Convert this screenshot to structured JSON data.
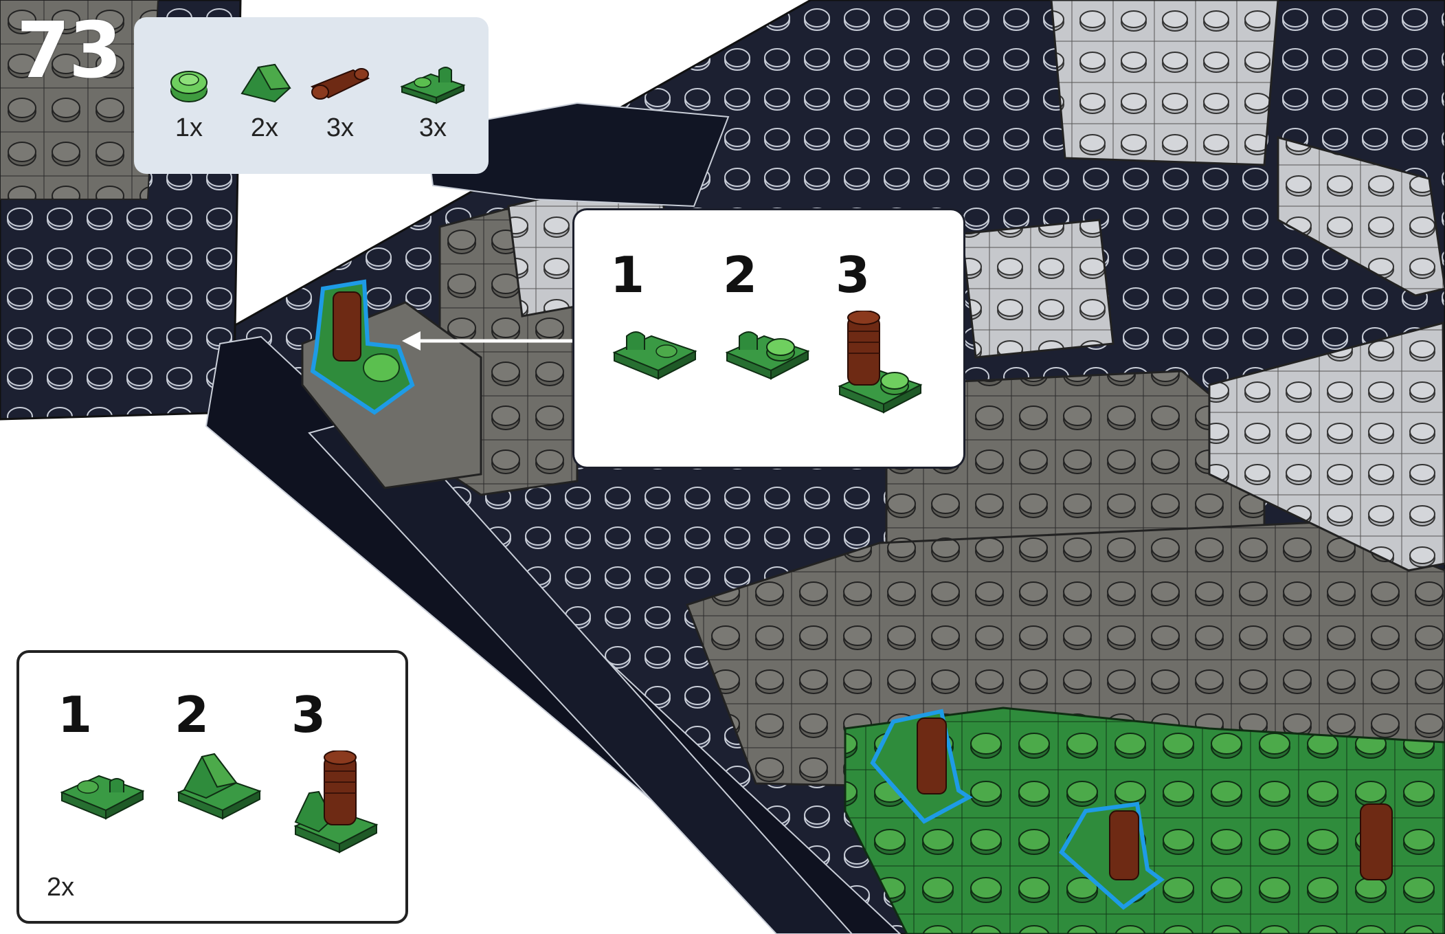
{
  "step": {
    "number": "73"
  },
  "parts_list": [
    {
      "icon": "round-plate-1x1-icon",
      "qty": "1x",
      "color": "#5bbf4f"
    },
    {
      "icon": "slope-tile-icon",
      "qty": "2x",
      "color": "#2f8c3c"
    },
    {
      "icon": "brown-pin-connector-icon",
      "qty": "3x",
      "color": "#6e2a14"
    },
    {
      "icon": "clip-plate-icon",
      "qty": "3x",
      "color": "#2f8c3c"
    }
  ],
  "callout_center": {
    "steps": [
      {
        "number": "1",
        "icon": "clip-plate-icon"
      },
      {
        "number": "2",
        "icon": "clip-plate-with-round-icon"
      },
      {
        "number": "3",
        "icon": "pin-assembly-icon"
      }
    ]
  },
  "callout_bottom": {
    "steps": [
      {
        "number": "1",
        "icon": "clip-plate-icon"
      },
      {
        "number": "2",
        "icon": "slope-on-clip-plate-icon"
      },
      {
        "number": "3",
        "icon": "slope-pin-assembly-icon"
      }
    ],
    "multiplier": "2x"
  },
  "colors": {
    "baseplate": "#1c2031",
    "dark_gray": "#6f6e69",
    "light_gray": "#c6c8cc",
    "green": "#2f8c3c",
    "bright_green": "#5bbf4f",
    "brown": "#6e2a14",
    "highlight": "#1e9be6",
    "parts_box": "#dfe6ee"
  }
}
